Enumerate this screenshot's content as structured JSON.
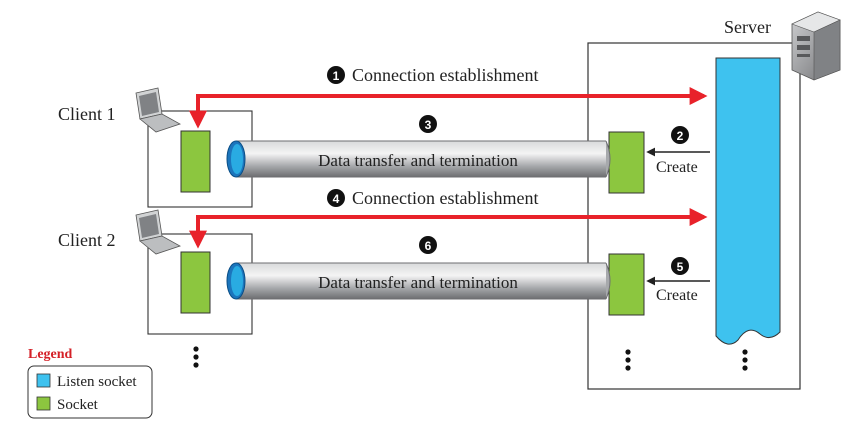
{
  "server": {
    "label": "Server",
    "icon": "server-icon"
  },
  "clients": [
    {
      "label": "Client 1",
      "icon": "laptop-icon"
    },
    {
      "label": "Client 2",
      "icon": "laptop-icon"
    }
  ],
  "steps": [
    {
      "number": "1",
      "text": "Connection establishment"
    },
    {
      "number": "2",
      "text": "Create"
    },
    {
      "number": "3",
      "text": "Data transfer and termination"
    },
    {
      "number": "4",
      "text": "Connection establishment"
    },
    {
      "number": "5",
      "text": "Create"
    },
    {
      "number": "6",
      "text": "Data transfer and termination"
    }
  ],
  "legend": {
    "title": "Legend",
    "items": [
      {
        "label": "Listen socket",
        "color": "#3ec2ef"
      },
      {
        "label": "Socket",
        "color": "#8cc63f"
      }
    ]
  },
  "colors": {
    "arrow": "#e8222a",
    "listen_socket": "#3ec2ef",
    "socket": "#8cc63f",
    "legend_title": "#d42027",
    "pipe": "#a7a9ac"
  }
}
